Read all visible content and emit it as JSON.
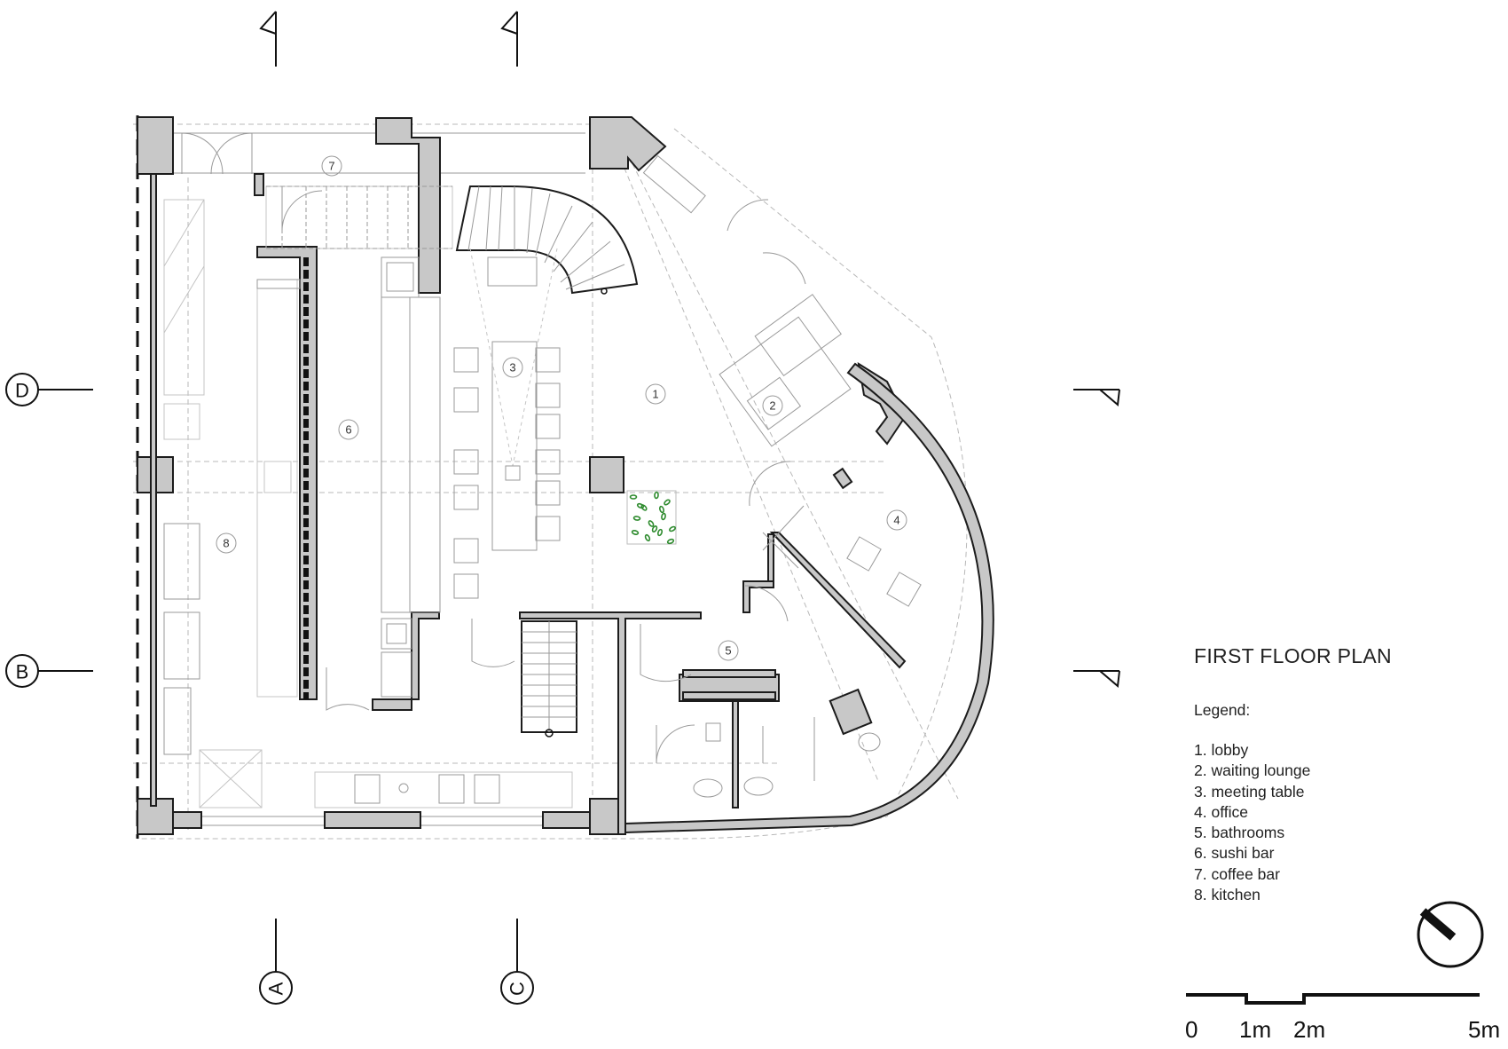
{
  "plan": {
    "title": "FIRST FLOOR PLAN",
    "legend_heading": "Legend:",
    "legend": [
      "1. lobby",
      "2. waiting lounge",
      "3. meeting table",
      "4. office",
      "5. bathrooms",
      "6. sushi bar",
      "7. coffee bar",
      "8. kitchen"
    ],
    "rooms": [
      {
        "number": "1",
        "name": "lobby"
      },
      {
        "number": "2",
        "name": "waiting lounge"
      },
      {
        "number": "3",
        "name": "meeting table"
      },
      {
        "number": "4",
        "name": "office"
      },
      {
        "number": "5",
        "name": "bathrooms"
      },
      {
        "number": "6",
        "name": "sushi bar"
      },
      {
        "number": "7",
        "name": "coffee bar"
      },
      {
        "number": "8",
        "name": "kitchen"
      }
    ],
    "gridlines": {
      "horizontal": [
        "D",
        "B"
      ],
      "vertical": [
        "A",
        "C"
      ]
    },
    "scale_bar": [
      "0",
      "1m",
      "2m",
      "5m"
    ],
    "colors": {
      "wall_fill": "#c8c8c8",
      "line": "#1c1c1c",
      "planter": "#2e8b2e"
    },
    "icons": [
      "north-arrow-icon",
      "section-marker-icon",
      "planter-icon"
    ]
  }
}
